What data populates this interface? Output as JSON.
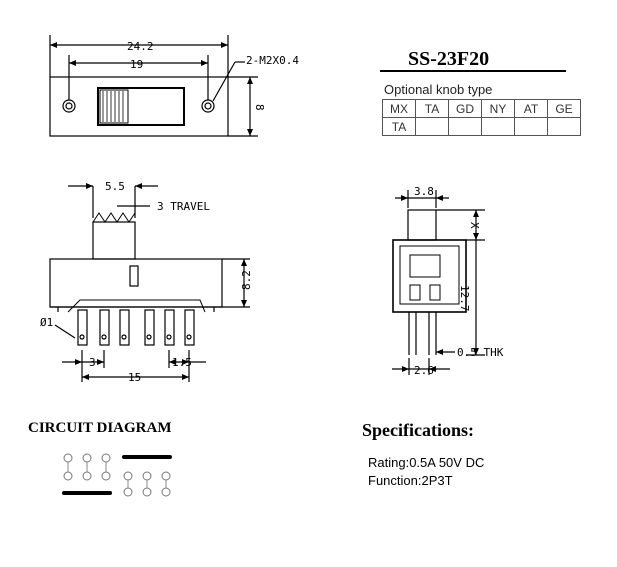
{
  "model": "SS-23F20",
  "knob": {
    "label": "Optional knob type",
    "row1": [
      "MX",
      "TA",
      "GD",
      "NY",
      "AT",
      "GE"
    ],
    "row2": [
      "TA",
      "",
      "",
      "",
      "",
      ""
    ]
  },
  "dims": {
    "top_overall": "24.2",
    "top_holes": "19",
    "top_screw": "2-M2X0.4",
    "top_height": "8",
    "side_knob": "5.5",
    "side_travel": "3 TRAVEL",
    "side_height": "8.2",
    "side_pin": "Ø1",
    "side_pitch": "3",
    "side_pitch2": "1.5",
    "side_total": "15",
    "end_knob": "3.8",
    "end_x": "X",
    "end_height": "12.7",
    "end_thk": "0.5 THK",
    "end_pin": "2.6"
  },
  "circuit": {
    "title": "CIRCUIT DIAGRAM"
  },
  "specs": {
    "title": "Specifications:",
    "rating": "Rating:0.5A 50V DC",
    "function": "Function:2P3T"
  }
}
